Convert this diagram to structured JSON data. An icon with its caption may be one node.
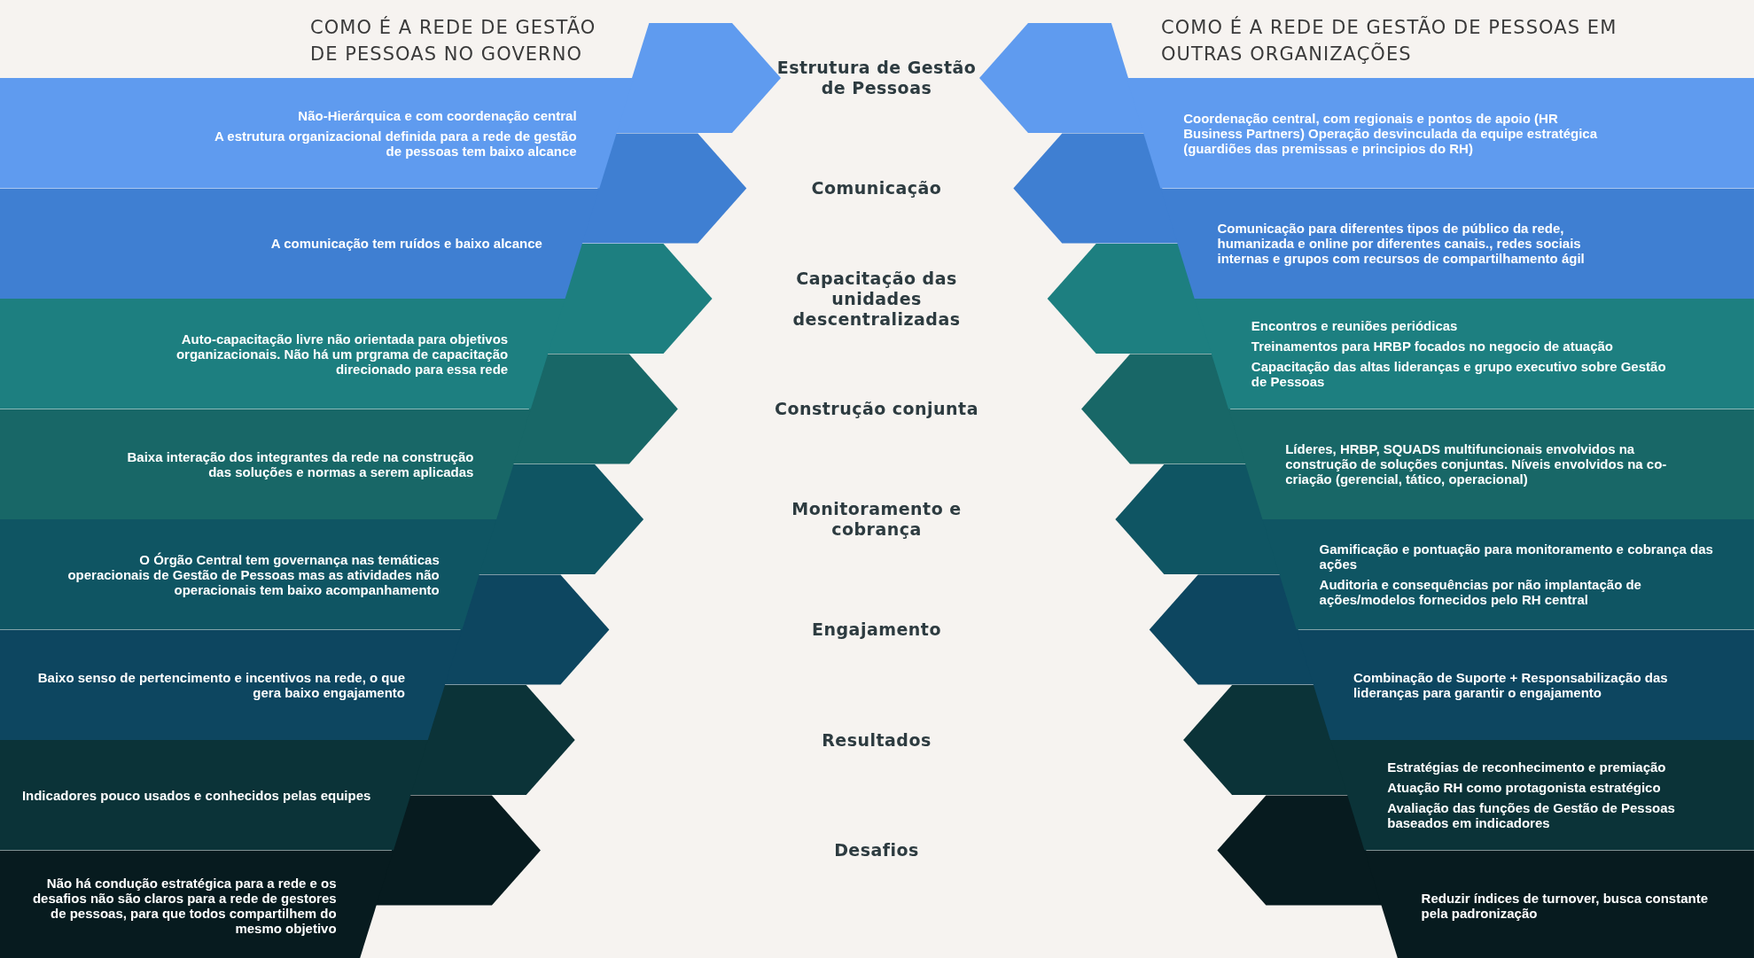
{
  "diagram": {
    "nodes": [
      {
        "text": [
          "Não-Hierárquica e com coordenação central",
          "A estrutura organizacional definida para a rede de gestão de pessoas tem baixo alcance"
        ]
      },
      {
        "text": [
          "Coordenação central, com regionais e pontos de apoio (HR Business Partners) Operação desvinculada da equipe estratégica (guardiões das premissas e principios do RH)"
        ]
      },
      {
        "text": [
          "A comunicação tem ruídos e baixo alcance"
        ]
      },
      {
        "text": [
          "Comunicação para diferentes tipos de público da rede, humanizada e online por diferentes canais., redes sociais internas e grupos com recursos de compartilhamento ágil"
        ]
      },
      {
        "text": [
          "Auto-capacitação livre não orientada para objetivos organizacionais. Não há um prgrama de capacitação direcionado para essa rede"
        ]
      },
      {
        "text": [
          "Encontros e reuniões periódicas",
          "Treinamentos para HRBP focados no negocio de atuação",
          "Capacitação das altas lideranças e grupo executivo sobre Gestão de Pessoas"
        ]
      },
      {
        "text": [
          "Baixa interação dos integrantes da rede na construção das soluções e normas a serem aplicadas"
        ]
      },
      {
        "text": [
          "Líderes, HRBP, SQUADS multifuncionais  envolvidos na construção de soluções conjuntas. Níveis envolvidos na co-criação (gerencial, tático, operacional)"
        ]
      },
      {
        "text": [
          "O Órgão Central  tem governança nas temáticas operacionais de Gestão de Pessoas mas as atividades não operacionais tem baixo acompanhamento"
        ]
      },
      {
        "text": [
          "Gamificação e pontuação para monitoramento e cobrança das ações",
          "Auditoria e consequências por não implantação de ações/modelos fornecidos pelo RH central"
        ]
      },
      {
        "text": [
          "Baixo senso de pertencimento e incentivos na rede, o que gera baixo engajamento"
        ]
      },
      {
        "text": [
          "Combinação de Suporte + Responsabilização das lideranças para garantir o engajamento"
        ]
      },
      {
        "text": [
          "Indicadores pouco usados e conhecidos pelas equipes"
        ]
      },
      {
        "text": [
          "Estratégias de reconhecimento e premiação",
          "Atuação RH como protagonista estratégico",
          "Avaliação das funções de Gestão de Pessoas baseados em indicadores"
        ]
      },
      {
        "text": [
          "Não há condução estratégica para a rede e os desafios não são  claros para a rede de gestores de pessoas, para que todos compartilhem do mesmo objetivo"
        ]
      },
      {
        "text": [
          "Reduzir índices de turnover, busca constante pela padronização"
        ]
      }
    ],
    "edges": [],
    "labels": [
      "COMO É A REDE DE GESTÃO DE PESSOAS NO GOVERNO",
      "COMO É A REDE DE GESTÃO DE PESSOAS EM OUTRAS ORGANIZAÇÕES",
      "Estrutura de Gestão de Pessoas",
      "Comunicação",
      "Capacitação das unidades descentralizadas",
      "Construção conjunta",
      "Monitoramento e cobrança",
      "Engajamento",
      "Resultados",
      "Desafios"
    ]
  }
}
